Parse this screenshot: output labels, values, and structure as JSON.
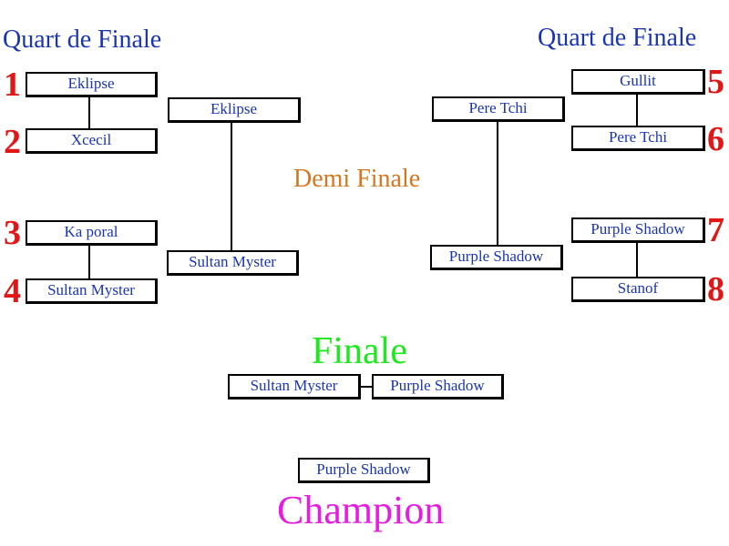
{
  "titles": {
    "quarter_left": "Quart de Finale",
    "quarter_right": "Quart de Finale",
    "semi": "Demi Finale",
    "final": "Finale",
    "champion": "Champion"
  },
  "seeds": [
    "1",
    "2",
    "3",
    "4",
    "5",
    "6",
    "7",
    "8"
  ],
  "quarter_finals": {
    "left": [
      "Eklipse",
      "Xcecil",
      "Ka poral",
      "Sultan Myster"
    ],
    "right": [
      "Gullit",
      "Pere Tchi",
      "Purple Shadow",
      "Stanof"
    ]
  },
  "semi_finals": {
    "left": [
      "Eklipse",
      "Sultan Myster"
    ],
    "right": [
      "Pere Tchi",
      "Purple Shadow"
    ]
  },
  "final": [
    "Sultan Myster",
    "Purple Shadow"
  ],
  "champion": "Purple Shadow",
  "colors": {
    "names": "#1a35b4",
    "seeds": "#e11616",
    "semi_title": "#d6771f",
    "final_title": "#1ee81e",
    "champion_title": "#e61ce0"
  }
}
